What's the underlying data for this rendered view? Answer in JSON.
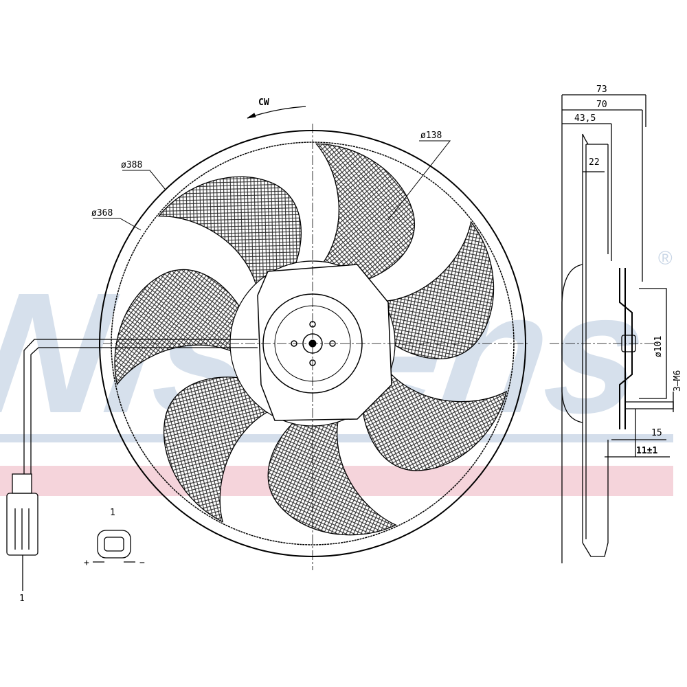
{
  "watermark": {
    "brand": "Nissens",
    "registered": "®",
    "colors": {
      "blue": "#c9d6e6",
      "pink": "#f2c9d2"
    }
  },
  "labels": {
    "ring_outer_dia": "ø388",
    "ring_inner_dia": "ø368",
    "hub_dia": "ø138",
    "rotation": "CW"
  },
  "side_view": {
    "dim_total": "73",
    "dim_70": "70",
    "dim_43_5": "43,5",
    "dim_22": "22",
    "dim_101": "ø101",
    "bolts": "3–M6",
    "dim_15": "15",
    "dim_11": "11±1"
  },
  "connector": {
    "pin_label": "1",
    "plus": "+",
    "minus": "−",
    "detail_label": "1"
  }
}
